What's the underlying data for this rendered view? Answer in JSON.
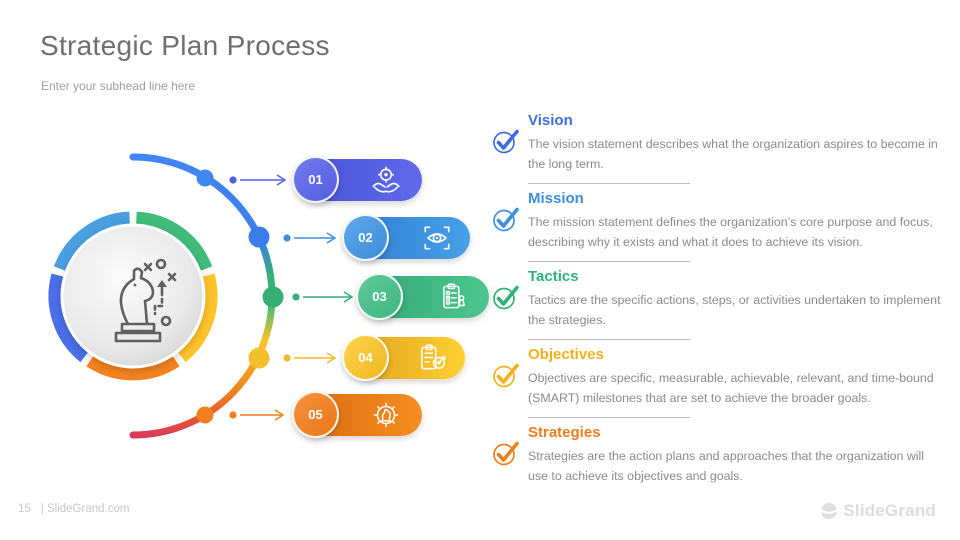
{
  "slide": {
    "title": "Strategic Plan Process",
    "subhead": "Enter your subhead line here",
    "page_number": "15",
    "footer_site": "| SlideGrand.com",
    "brand_name": "SlideGrand"
  },
  "diagram": {
    "center_icon": "chess-knight-strategy-icon",
    "ring_colors": [
      "#4A9FE0",
      "#3FBB7A",
      "#FFC32A",
      "#F5831F",
      "#4B6FE8"
    ],
    "arc_colors": [
      "#4285F4",
      "#35AF74",
      "#F7C52B",
      "#F28A1E",
      "#D93B59"
    ]
  },
  "steps": [
    {
      "number": "01",
      "icon": "hands-target-icon",
      "color": "#5560E2"
    },
    {
      "number": "02",
      "icon": "focus-eye-icon",
      "color": "#3E8EDC"
    },
    {
      "number": "03",
      "icon": "checklist-clipboard-icon",
      "color": "#3FBB83"
    },
    {
      "number": "04",
      "icon": "target-clipboard-icon",
      "color": "#F5C22A"
    },
    {
      "number": "05",
      "icon": "knight-gear-icon",
      "color": "#EE7D1E"
    }
  ],
  "sections": [
    {
      "title": "Vision",
      "color": "#3E6EDC",
      "description": "The vision statement describes what the organization aspires to become in the long term."
    },
    {
      "title": "Mission",
      "color": "#3E8EDC",
      "description": "The mission statement defines the organization’s core purpose and focus, describing why it exists and what it does to achieve its vision."
    },
    {
      "title": "Tactics",
      "color": "#2EB277",
      "description": "Tactics are the specific actions, steps, or activities undertaken to implement the strategies."
    },
    {
      "title": "Objectives",
      "color": "#F2B01E",
      "description": "Objectives are specific, measurable, achievable, relevant, and time-bound (SMART) milestones that are set to achieve the broader goals."
    },
    {
      "title": "Strategies",
      "color": "#EE7D1E",
      "description": "Strategies are the action plans and approaches that the organization will use to achieve its objectives and goals."
    }
  ]
}
